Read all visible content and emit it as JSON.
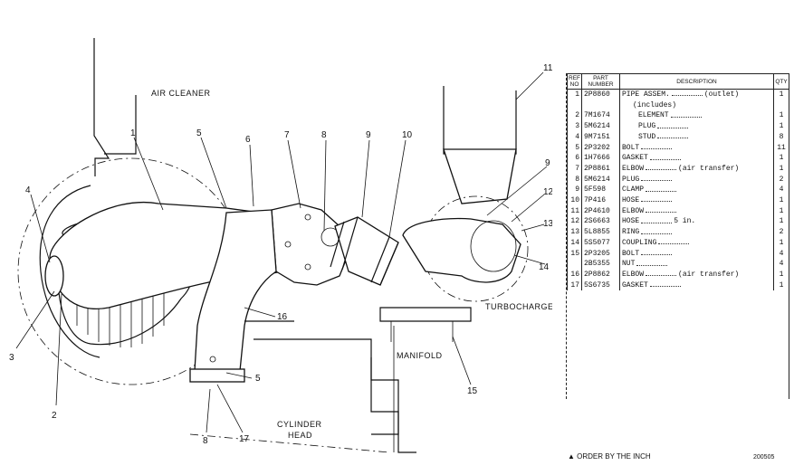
{
  "drawing": {
    "labels": {
      "air_cleaner": "AIR CLEANER",
      "turbocharger": "TURBOCHARGER",
      "manifold": "MANIFOLD",
      "cylinder": "CYLINDER",
      "head": "HEAD"
    },
    "callouts": [
      "1",
      "2",
      "3",
      "4",
      "5",
      "5",
      "6",
      "7",
      "8",
      "8",
      "9",
      "9",
      "10",
      "11",
      "12",
      "13",
      "14",
      "15",
      "16",
      "17"
    ]
  },
  "parts_list": {
    "headers": [
      "REF NO",
      "PART NUMBER",
      "DESCRIPTION",
      "QTY"
    ],
    "rows": [
      {
        "ref": "1",
        "part": "2P8860",
        "desc": "PIPE ASSEM.",
        "note": "(outlet)",
        "qty": "1"
      },
      {
        "ref": "",
        "part": "",
        "desc": "(includes)",
        "note": "",
        "qty": ""
      },
      {
        "ref": "2",
        "part": "7M1674",
        "desc": "ELEMENT",
        "note": "",
        "qty": "1"
      },
      {
        "ref": "3",
        "part": "5M6214",
        "desc": "PLUG",
        "note": "",
        "qty": "1"
      },
      {
        "ref": "4",
        "part": "9M7151",
        "desc": "STUD",
        "note": "",
        "qty": "8"
      },
      {
        "ref": "5",
        "part": "2P3202",
        "desc": "BOLT",
        "note": "",
        "qty": "11"
      },
      {
        "ref": "6",
        "part": "1H7666",
        "desc": "GASKET",
        "note": "",
        "qty": "1"
      },
      {
        "ref": "7",
        "part": "2P8861",
        "desc": "ELBOW",
        "note": "(air transfer)",
        "qty": "1"
      },
      {
        "ref": "8",
        "part": "5M6214",
        "desc": "PLUG",
        "note": "",
        "qty": "2"
      },
      {
        "ref": "9",
        "part": "5F598",
        "desc": "CLAMP",
        "note": "",
        "qty": "4"
      },
      {
        "ref": "10",
        "part": "7P416",
        "desc": "HOSE",
        "note": "",
        "qty": "1"
      },
      {
        "ref": "11",
        "part": "2P4610",
        "desc": "ELBOW",
        "note": "",
        "qty": "1"
      },
      {
        "ref": "12",
        "part": "2S6663",
        "desc": "HOSE",
        "note": "5 in.",
        "qty": "1"
      },
      {
        "ref": "13",
        "part": "5L8855",
        "desc": "RING",
        "note": "",
        "qty": "2"
      },
      {
        "ref": "14",
        "part": "5S5077",
        "desc": "COUPLING",
        "note": "",
        "qty": "1"
      },
      {
        "ref": "15",
        "part": "2P3205",
        "desc": "BOLT",
        "note": "",
        "qty": "4"
      },
      {
        "ref": "",
        "part": "2B5355",
        "desc": "NUT",
        "note": "",
        "qty": "4"
      },
      {
        "ref": "16",
        "part": "2P8862",
        "desc": "ELBOW",
        "note": "(air transfer)",
        "qty": "1"
      },
      {
        "ref": "17",
        "part": "5S6735",
        "desc": "GASKET",
        "note": "",
        "qty": "1"
      }
    ]
  },
  "footnote": "▲ ORDER BY THE INCH",
  "drawing_number": "200505"
}
